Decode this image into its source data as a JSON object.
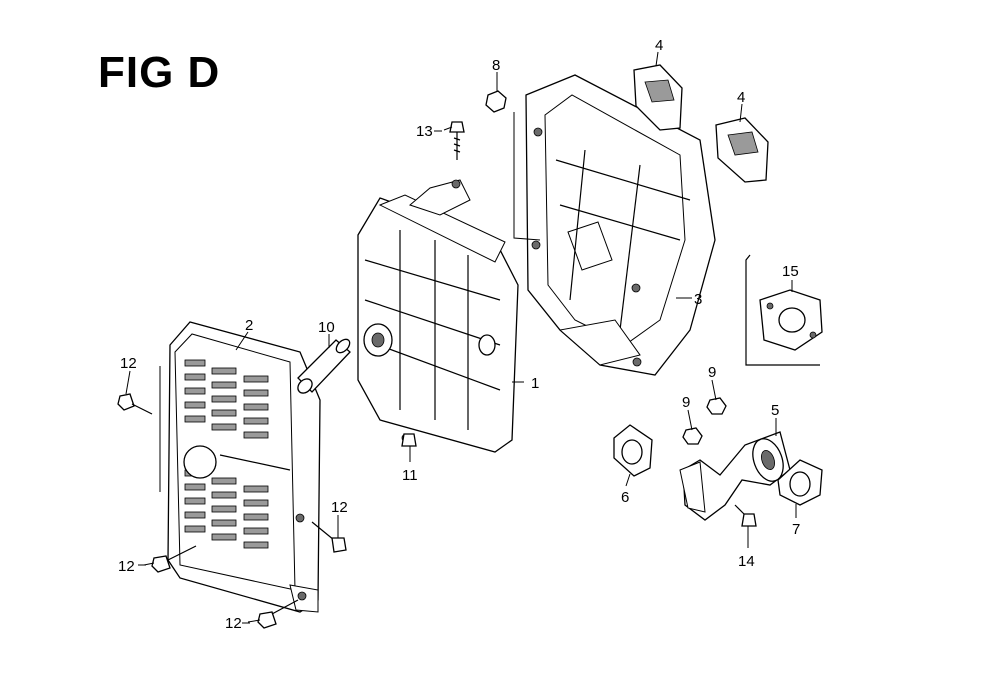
{
  "figure": {
    "title": "FIG D"
  },
  "callouts": [
    {
      "id": "c1",
      "label": "1"
    },
    {
      "id": "c2",
      "label": "2"
    },
    {
      "id": "c3",
      "label": "3"
    },
    {
      "id": "c4a",
      "label": "4"
    },
    {
      "id": "c4b",
      "label": "4"
    },
    {
      "id": "c5",
      "label": "5"
    },
    {
      "id": "c6",
      "label": "6"
    },
    {
      "id": "c7",
      "label": "7"
    },
    {
      "id": "c8",
      "label": "8"
    },
    {
      "id": "c9a",
      "label": "9"
    },
    {
      "id": "c9b",
      "label": "9"
    },
    {
      "id": "c10",
      "label": "10"
    },
    {
      "id": "c11",
      "label": "11"
    },
    {
      "id": "c12a",
      "label": "12"
    },
    {
      "id": "c12b",
      "label": "12"
    },
    {
      "id": "c12c",
      "label": "12"
    },
    {
      "id": "c12d",
      "label": "12"
    },
    {
      "id": "c13",
      "label": "13"
    },
    {
      "id": "c14",
      "label": "14"
    },
    {
      "id": "c15",
      "label": "15"
    }
  ]
}
